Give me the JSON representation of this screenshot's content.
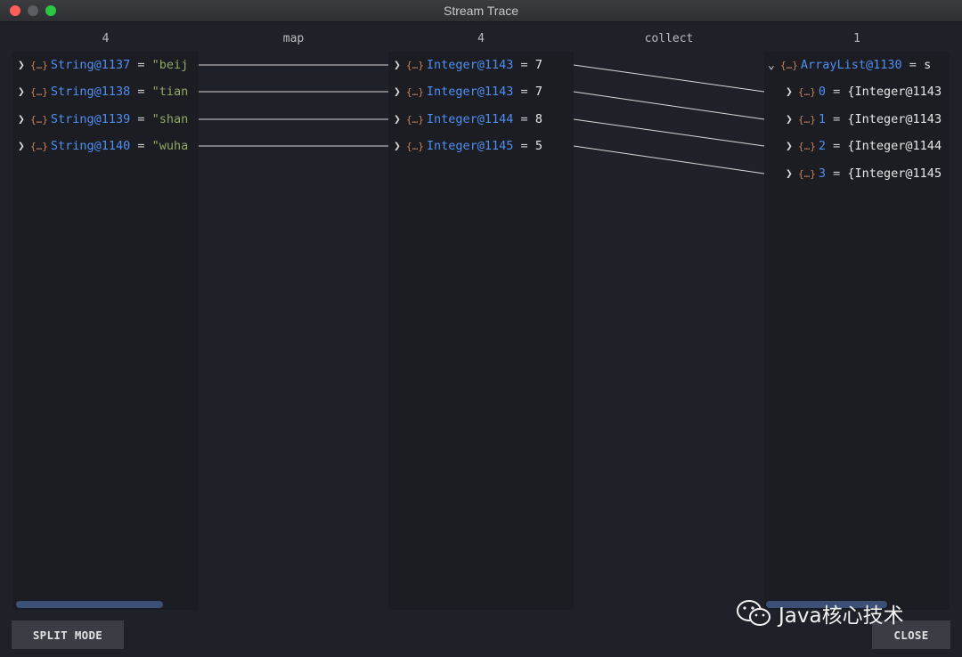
{
  "window": {
    "title": "Stream Trace"
  },
  "headers": {
    "left_count": "4",
    "map_label": "map",
    "mid_count": "4",
    "collect_label": "collect",
    "right_count": "1"
  },
  "left_items": [
    {
      "type": "String@1137",
      "value": "\"beij"
    },
    {
      "type": "String@1138",
      "value": "\"tian"
    },
    {
      "type": "String@1139",
      "value": "\"shan"
    },
    {
      "type": "String@1140",
      "value": "\"wuha"
    }
  ],
  "mid_items": [
    {
      "type": "Integer@1143",
      "value": "7"
    },
    {
      "type": "Integer@1143",
      "value": "7"
    },
    {
      "type": "Integer@1144",
      "value": "8"
    },
    {
      "type": "Integer@1145",
      "value": "5"
    }
  ],
  "right_root": {
    "type": "ArrayList@1130",
    "value": "s"
  },
  "right_children": [
    {
      "index": "0",
      "value": "{Integer@1143"
    },
    {
      "index": "1",
      "value": "{Integer@1143"
    },
    {
      "index": "2",
      "value": "{Integer@1144"
    },
    {
      "index": "3",
      "value": "{Integer@1145"
    }
  ],
  "buttons": {
    "split_mode": "SPLIT MODE",
    "close": "CLOSE"
  },
  "watermark": {
    "text": "Java核心技术"
  }
}
